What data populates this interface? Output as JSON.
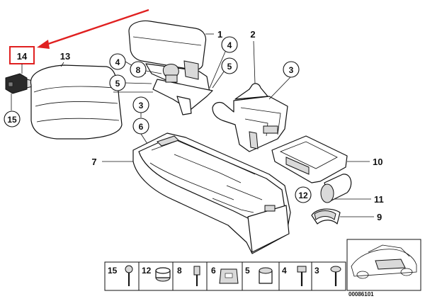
{
  "callouts": {
    "c1": "1",
    "c2": "2",
    "c3a": "3",
    "c3b": "3",
    "c4a": "4",
    "c4b": "4",
    "c5a": "5",
    "c5b": "5",
    "c6": "6",
    "c7": "7",
    "c8": "8",
    "c9": "9",
    "c10": "10",
    "c11": "11",
    "c12": "12",
    "c13": "13",
    "c14": "14",
    "c15": "15"
  },
  "hardware_table": [
    "15",
    "12",
    "8",
    "6",
    "5",
    "4",
    "3"
  ],
  "diagram_id": "00086101",
  "colors": {
    "highlight": "#e02020",
    "ink": "#111111"
  }
}
